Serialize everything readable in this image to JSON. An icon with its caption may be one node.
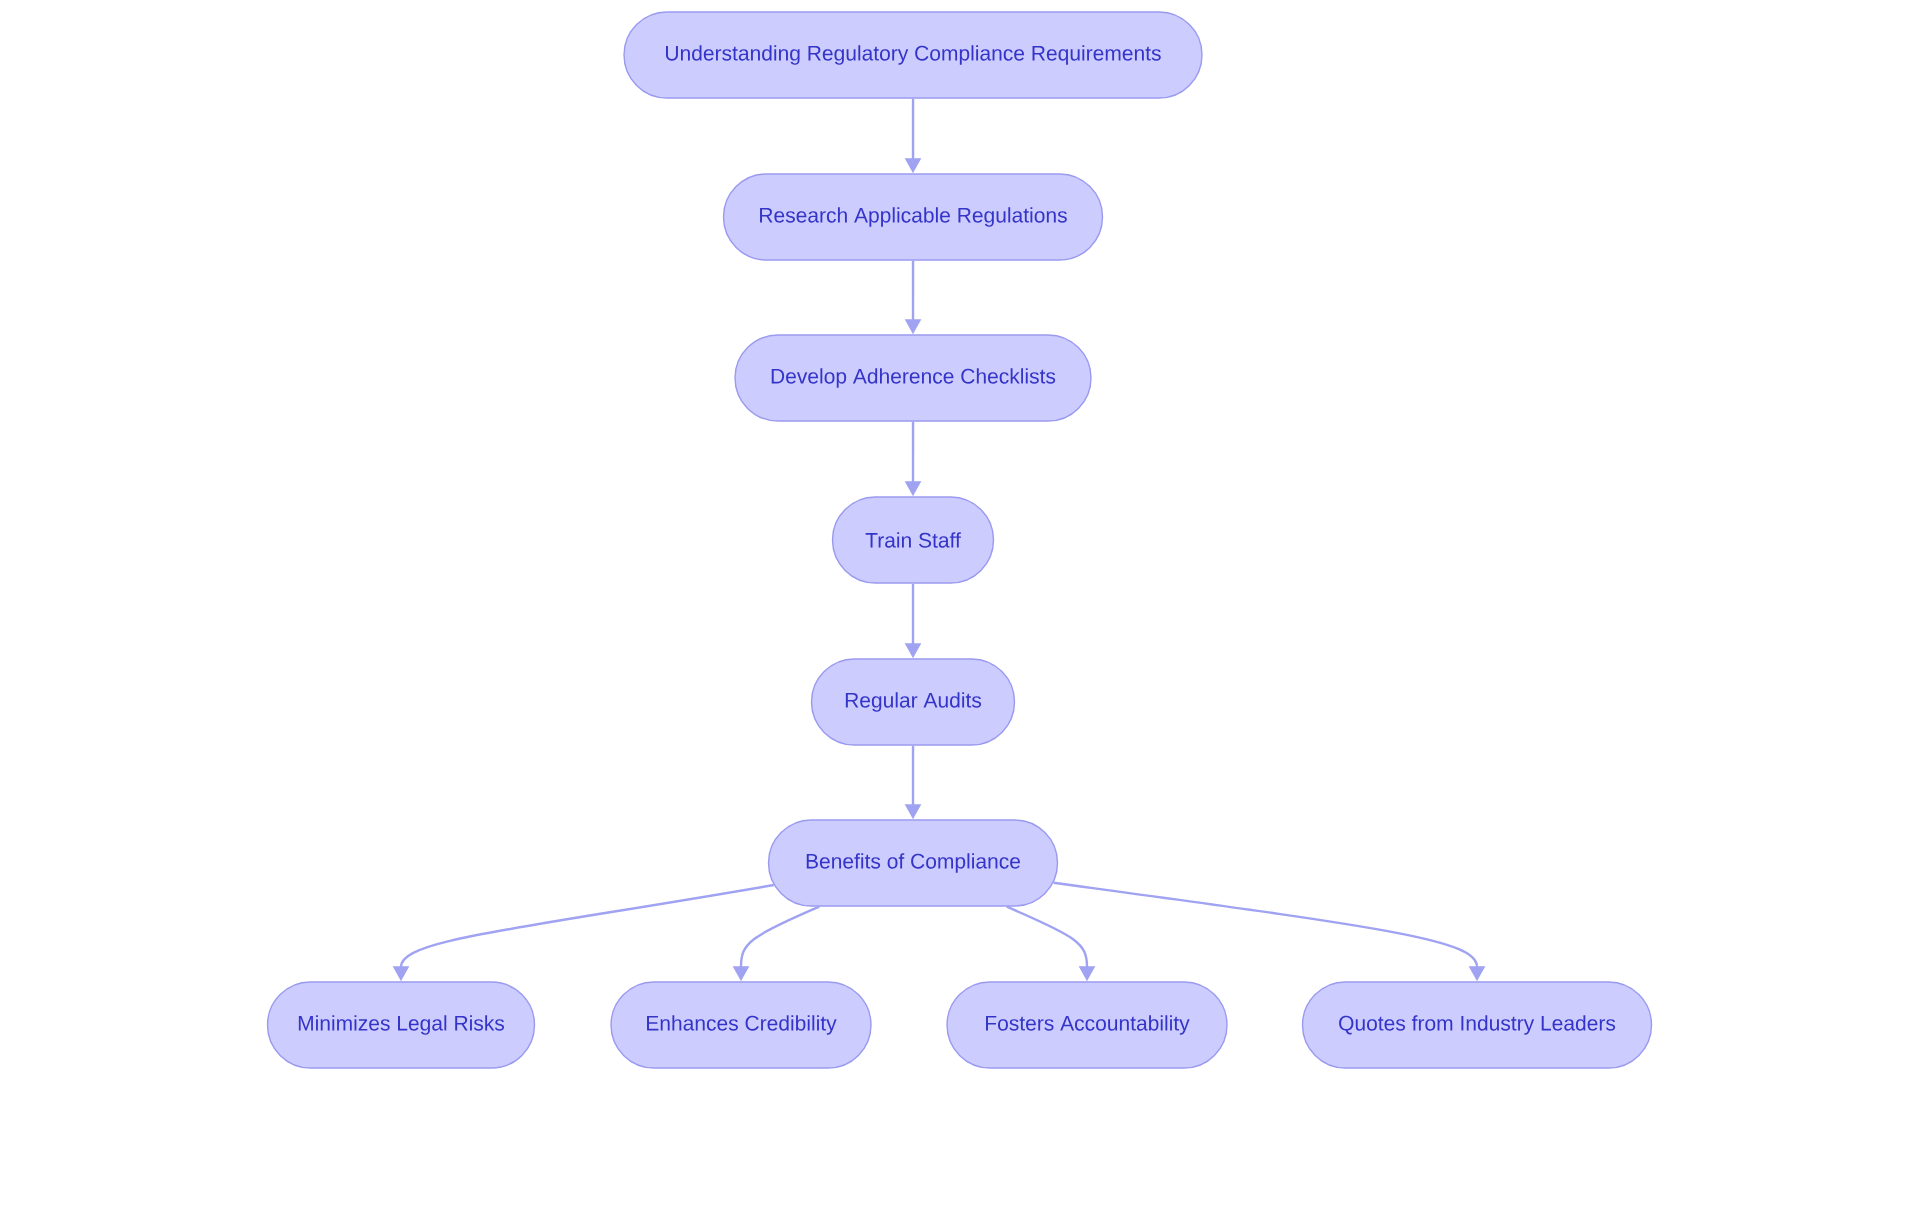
{
  "diagram": {
    "nodes": [
      {
        "text": [
          "Understanding Regulatory Compliance Requirements"
        ]
      },
      {
        "text": [
          "Research Applicable Regulations"
        ]
      },
      {
        "text": [
          "Develop Adherence Checklists"
        ]
      },
      {
        "text": [
          "Train Staff"
        ]
      },
      {
        "text": [
          "Regular Audits"
        ]
      },
      {
        "text": [
          "Benefits of Compliance"
        ]
      },
      {
        "text": [
          "Minimizes Legal Risks"
        ]
      },
      {
        "text": [
          "Enhances Credibility"
        ]
      },
      {
        "text": [
          "Fosters Accountability"
        ]
      },
      {
        "text": [
          "Quotes from Industry Leaders"
        ]
      }
    ],
    "edges": [
      {
        "from": 0,
        "to": 1,
        "arrow": "to"
      },
      {
        "from": 1,
        "to": 2,
        "arrow": "to"
      },
      {
        "from": 2,
        "to": 3,
        "arrow": "to"
      },
      {
        "from": 3,
        "to": 4,
        "arrow": "to"
      },
      {
        "from": 4,
        "to": 5,
        "arrow": "to"
      },
      {
        "from": 5,
        "to": 6,
        "arrow": "to"
      },
      {
        "from": 5,
        "to": 7,
        "arrow": "to"
      },
      {
        "from": 5,
        "to": 8,
        "arrow": "to"
      },
      {
        "from": 5,
        "to": 9,
        "arrow": "to"
      }
    ]
  }
}
